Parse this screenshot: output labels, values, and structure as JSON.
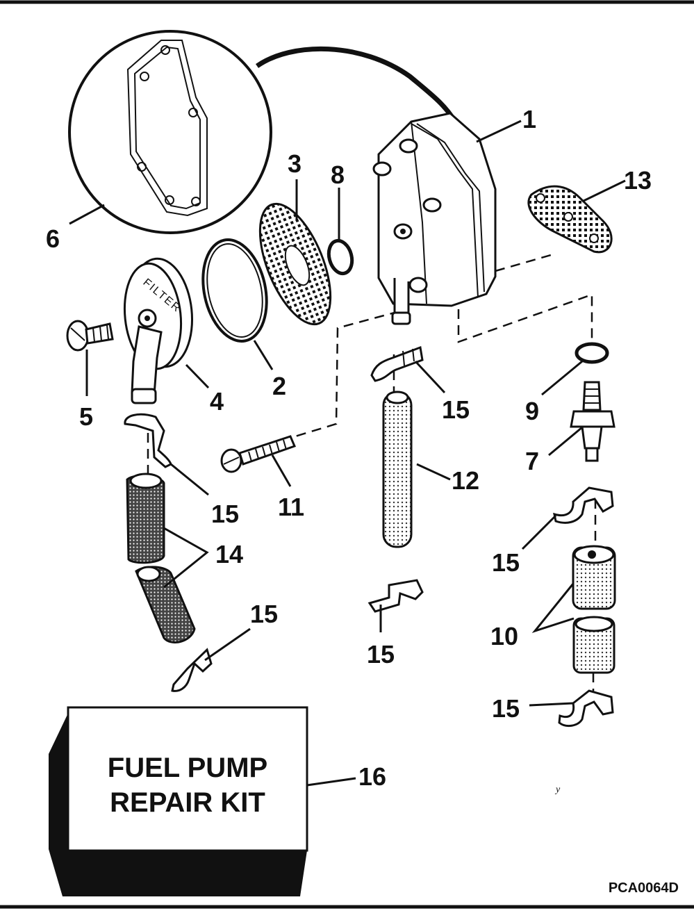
{
  "diagram": {
    "callouts": {
      "c1": "1",
      "c2": "2",
      "c3": "3",
      "c4": "4",
      "c5": "5",
      "c6": "6",
      "c7": "7",
      "c8": "8",
      "c9": "9",
      "c10": "10",
      "c11": "11",
      "c12": "12",
      "c13": "13",
      "c14": "14",
      "c15a": "15",
      "c15b": "15",
      "c15c": "15",
      "c15d": "15",
      "c15e": "15",
      "c15f": "15",
      "c16": "16"
    },
    "filter_cover_text": "FILTER",
    "kit_label": {
      "line1": "FUEL PUMP",
      "line2": "REPAIR KIT"
    },
    "drawing_code": "PCA0064D",
    "stray_mark": "y"
  },
  "colors": {
    "ink": "#111111",
    "paper": "#ffffff"
  }
}
